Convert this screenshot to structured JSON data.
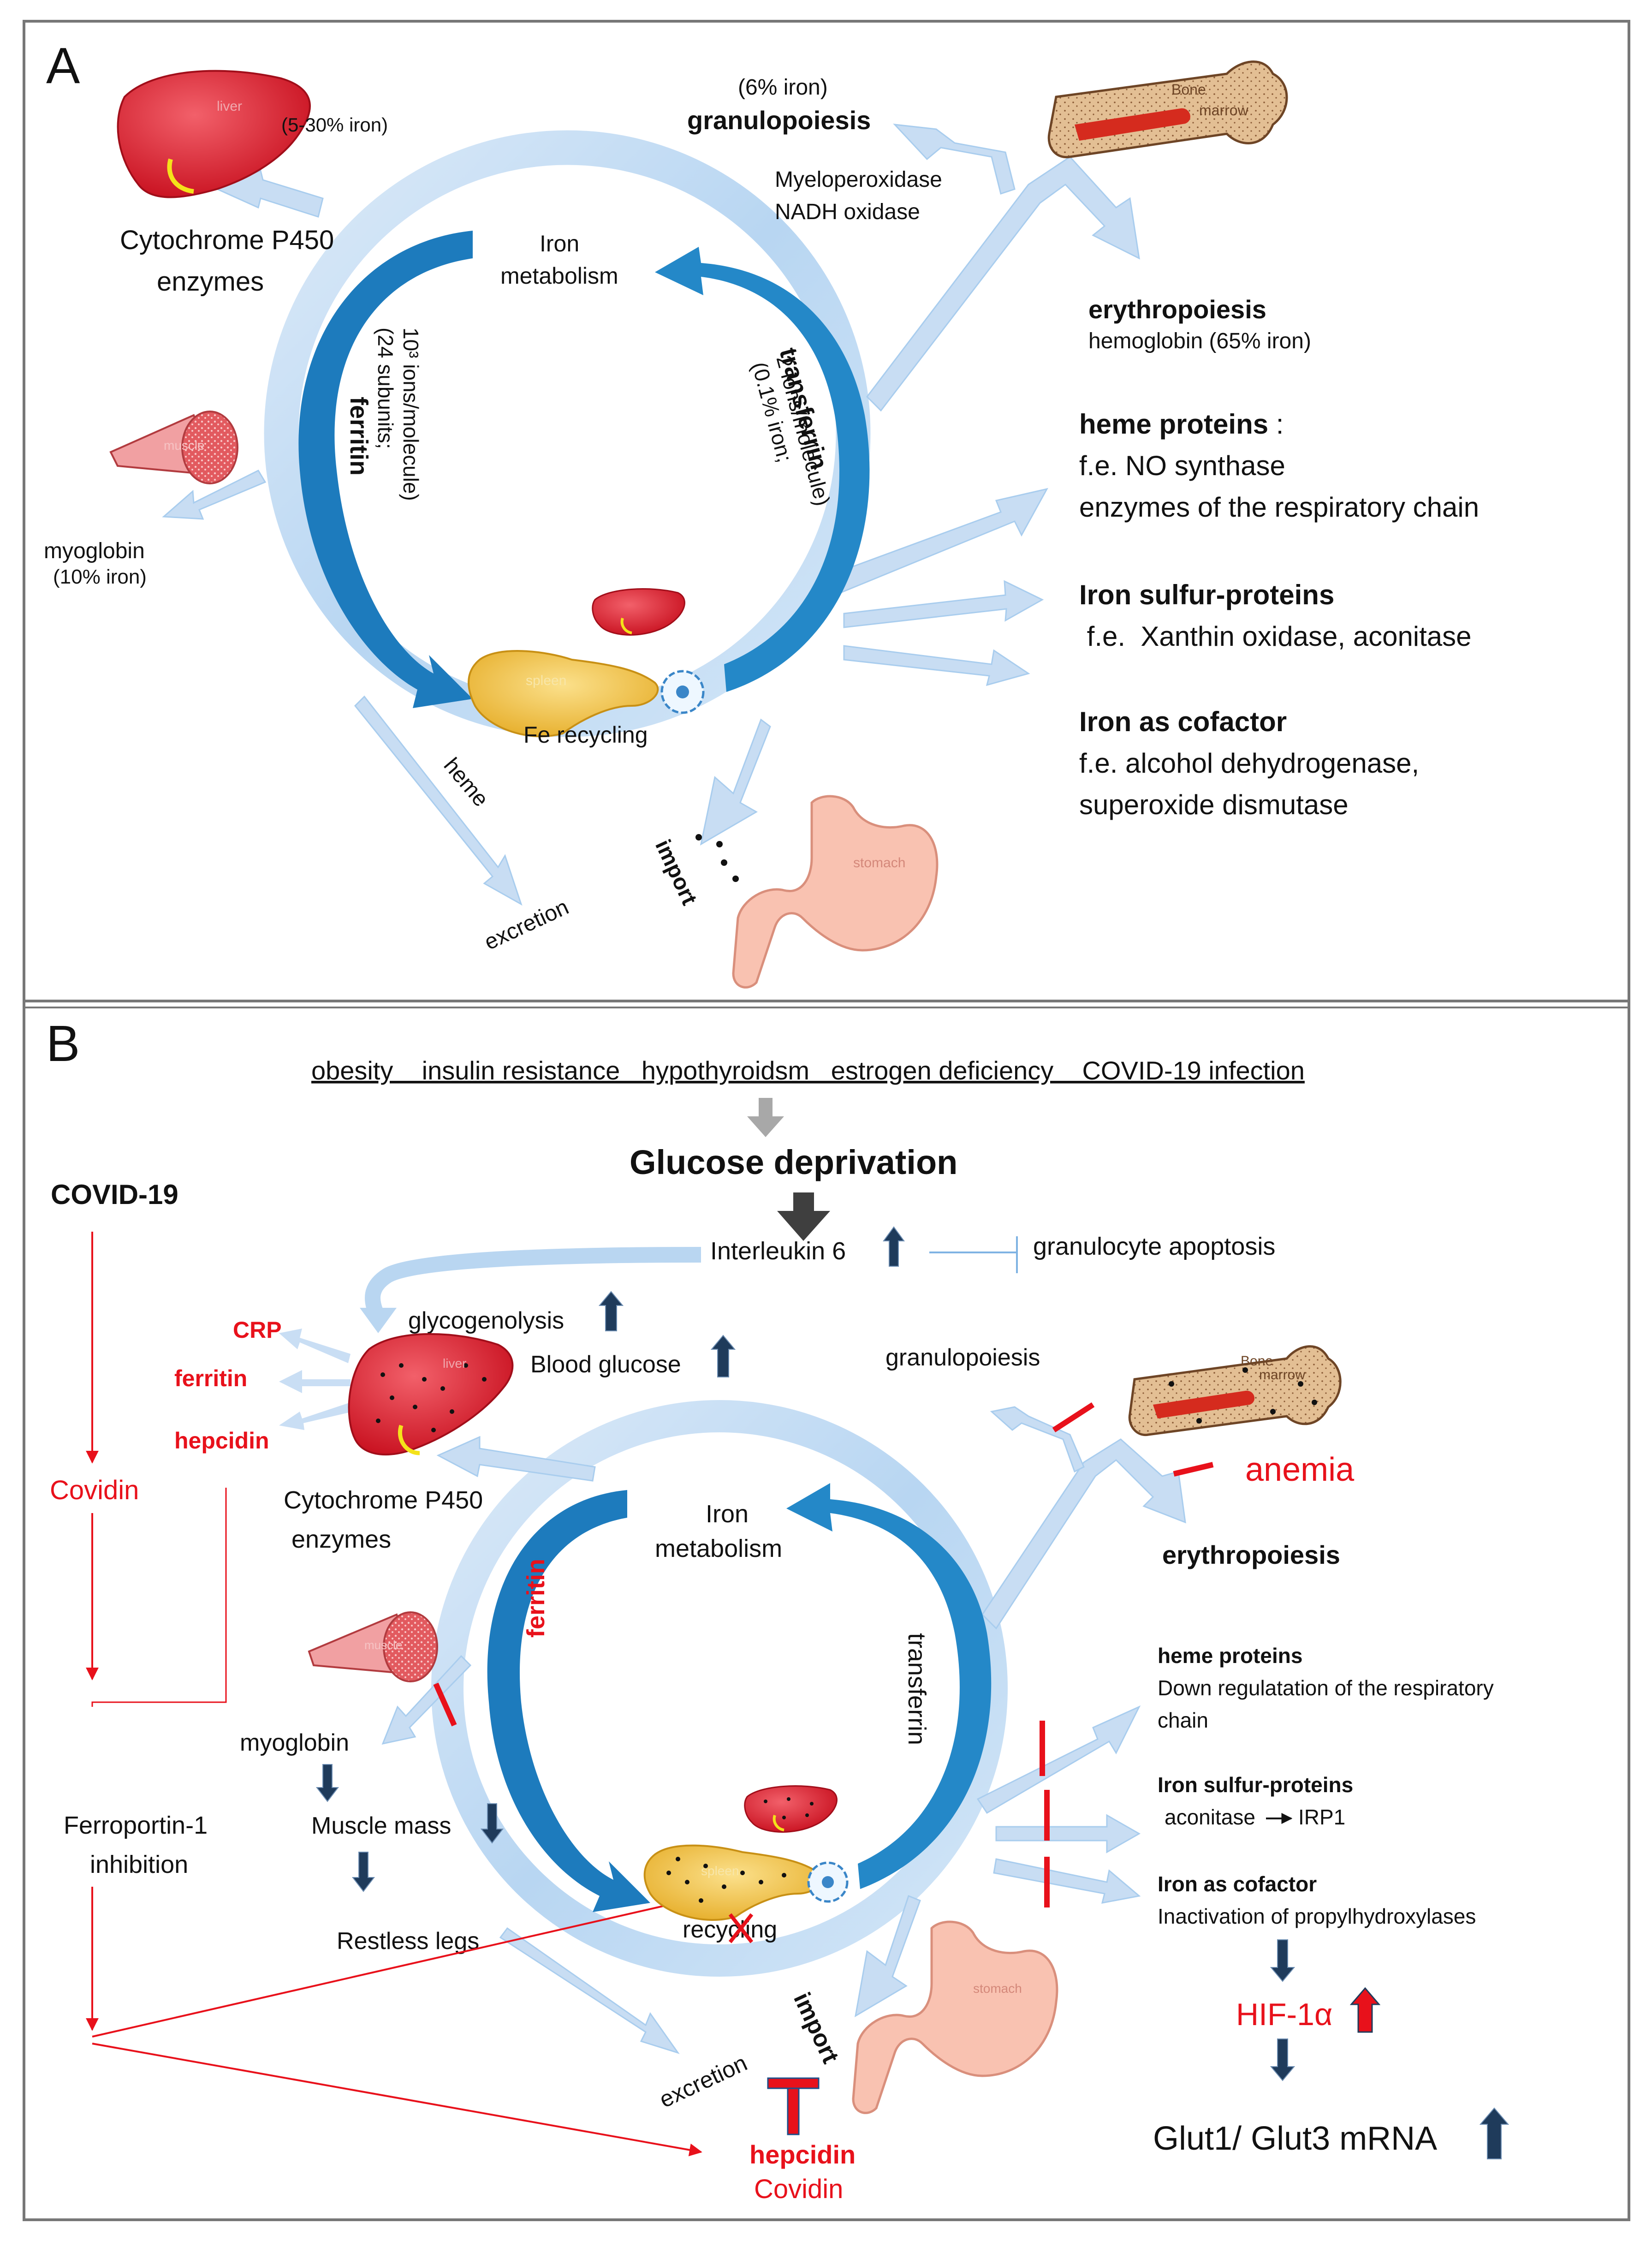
{
  "panelA": {
    "label": "A",
    "liver_iron": "(5-30% iron)",
    "liver_word": "liver",
    "cyp_line1": "Cytochrome P450",
    "cyp_line2": "enzymes",
    "granulo_pct": "(6% iron)",
    "granulo": "granulopoiesis",
    "mpo": "Myeloperoxidase",
    "nadh": "NADH oxidase",
    "bone_marrow_1": "Bone",
    "bone_marrow_2": "marrow",
    "iron_metab_1": "Iron",
    "iron_metab_2": "metabolism",
    "erythro": "erythropoiesis",
    "hemoglobin": "hemoglobin (65% iron)",
    "ferritin": "ferritin",
    "ferritin_d1": "(24 subunits;",
    "ferritin_d2": "10³ ions/molecule)",
    "transferrin": "transferrin",
    "transferrin_d1": "(0.1% iron;",
    "transferrin_d2": "2 ions/molecule)",
    "muscle_word": "muscle",
    "myoglobin": "myoglobin",
    "myoglobin_pct": "(10% iron)",
    "heme_title": "heme proteins",
    "heme_colon": ":",
    "heme_1": "f.e. NO synthase",
    "heme_2": "enzymes of the respiratory chain",
    "fes_title": "Iron sulfur-proteins",
    "fes_1": " f.e.  Xanthin oxidase, aconitase",
    "cof_title": "Iron as cofactor",
    "cof_1": "f.e. alcohol dehydrogenase,",
    "cof_2": "superoxide dismutase",
    "spleen": "spleen",
    "fe_recycling": "Fe recycling",
    "heme": "heme",
    "excretion": "excretion",
    "import": "import",
    "stomach": "stomach"
  },
  "panelB": {
    "label": "B",
    "causes": "obesity    insulin resistance   hypothyroidsm   estrogen deficiency    COVID-19 infection",
    "glucose": "Glucose deprivation",
    "covid": "COVID-19",
    "il6": "Interleukin 6",
    "gran_apop": "granulocyte apoptosis",
    "glycogenolysis": "glycogenolysis",
    "blood_glucose": "Blood glucose",
    "crp": "CRP",
    "ferritin_red": "ferritin",
    "hepcidin_red": "hepcidin",
    "covidin": "Covidin",
    "cyp_line1": "Cytochrome P450",
    "cyp_line2": "enzymes",
    "liver_word": "liver",
    "granulo": "granulopoiesis",
    "bone_marrow_1": "Bone",
    "bone_marrow_2": "marrow",
    "anemia": "anemia",
    "erythro": "erythropoiesis",
    "iron_metab_1": "Iron",
    "iron_metab_2": "metabolism",
    "ferritin_arc": "ferritin",
    "transferrin": "transferrin",
    "muscle_word": "muscle",
    "myoglobin": "myoglobin",
    "muscle_mass": "Muscle mass",
    "restless": "Restless legs",
    "ferroportin_1": "Ferroportin-1",
    "ferroportin_2": "inhibition",
    "spleen": "spleen",
    "recycling": "recycling",
    "excretion": "excretion",
    "import": "import",
    "stomach": "stomach",
    "hepcidin_bottom": "hepcidin",
    "covidin_bottom": "Covidin",
    "heme_title": "heme proteins",
    "heme_1": "Down regulatation of  the respiratory",
    "heme_2": "chain",
    "fes_title": "Iron sulfur-proteins",
    "fes_1a": "aconitase",
    "fes_1b": "IRP1",
    "cof_title": "Iron as cofactor",
    "cof_1": "Inactivation of propylhydroxylases",
    "hif": "HIF-1α",
    "glut": "Glut1/ Glut3 mRNA"
  },
  "colors": {
    "arrow_light": "#c6ddf4",
    "arrow_mid": "#a9cdee",
    "arrow_dark": "#1d7bbd",
    "inhibit_red": "#e8111b",
    "liver": "#d5202e",
    "spleen": "#f3c64b",
    "stomach": "#f7b9a7",
    "bone": "#c9976a",
    "muscle": "#e36d70",
    "up_arrow": "#1f3b5b"
  }
}
